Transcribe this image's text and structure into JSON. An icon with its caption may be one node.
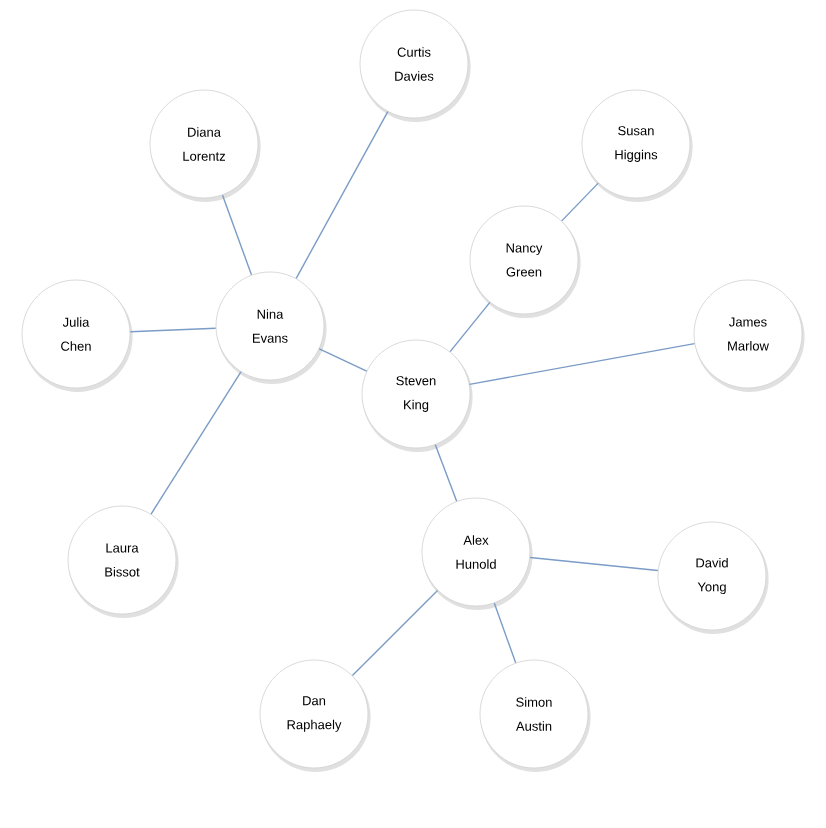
{
  "diagram": {
    "nodes": [
      {
        "text": [
          "Curtis Davies"
        ]
      },
      {
        "text": [
          "Diana Lorentz"
        ]
      },
      {
        "text": [
          "Susan Higgins"
        ]
      },
      {
        "text": [
          "Nancy Green"
        ]
      },
      {
        "text": [
          "Nina Evans"
        ]
      },
      {
        "text": [
          "Julia Chen"
        ]
      },
      {
        "text": [
          "James Marlow"
        ]
      },
      {
        "text": [
          "Steven King"
        ]
      },
      {
        "text": [
          "Laura Bissot"
        ]
      },
      {
        "text": [
          "Alex Hunold"
        ]
      },
      {
        "text": [
          "David Yong"
        ]
      },
      {
        "text": [
          "Dan Raphaely"
        ]
      },
      {
        "text": [
          "Simon Austin"
        ]
      }
    ],
    "edges": [
      {
        "from": 4,
        "to": 0,
        "arrow": "none"
      },
      {
        "from": 4,
        "to": 1,
        "arrow": "none"
      },
      {
        "from": 4,
        "to": 5,
        "arrow": "none"
      },
      {
        "from": 4,
        "to": 8,
        "arrow": "none"
      },
      {
        "from": 4,
        "to": 7,
        "arrow": "none"
      },
      {
        "from": 7,
        "to": 3,
        "arrow": "none"
      },
      {
        "from": 3,
        "to": 2,
        "arrow": "none"
      },
      {
        "from": 7,
        "to": 6,
        "arrow": "none"
      },
      {
        "from": 7,
        "to": 9,
        "arrow": "none"
      },
      {
        "from": 9,
        "to": 10,
        "arrow": "none"
      },
      {
        "from": 9,
        "to": 11,
        "arrow": "none"
      },
      {
        "from": 9,
        "to": 12,
        "arrow": "none"
      }
    ]
  }
}
